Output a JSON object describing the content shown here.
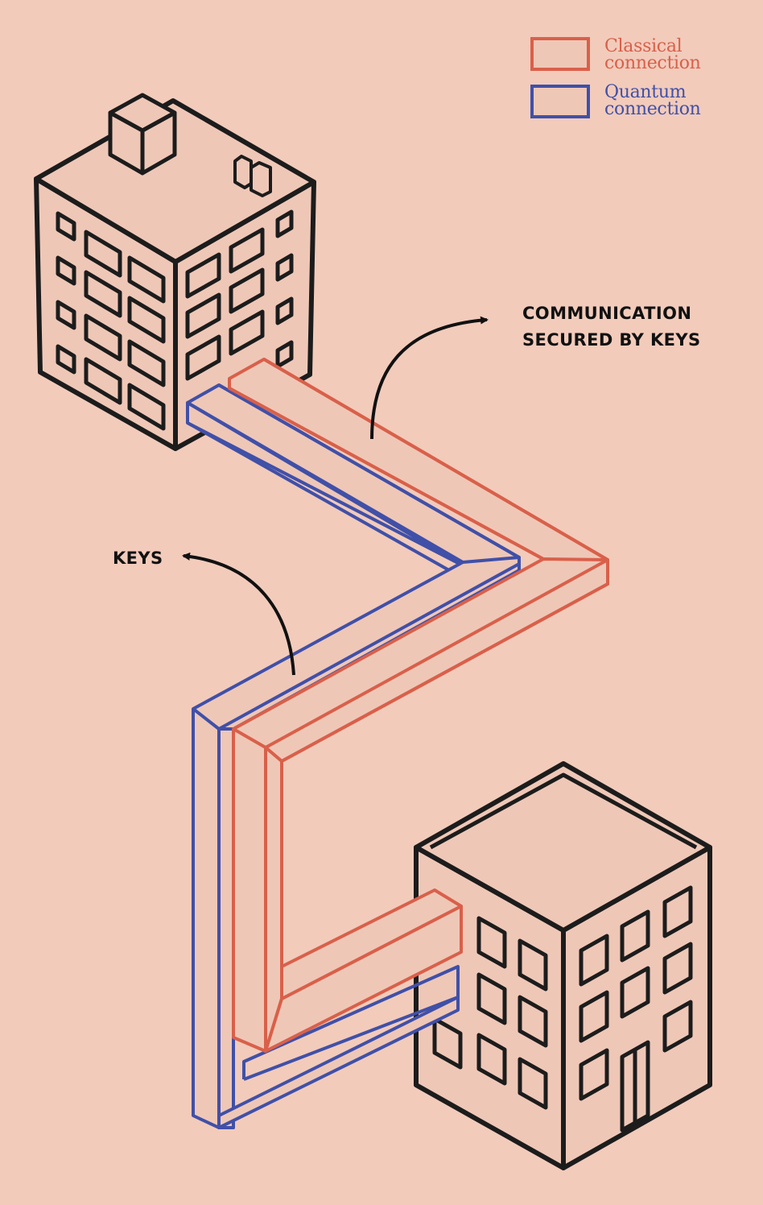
{
  "legend": {
    "classical": {
      "line1": "Classical",
      "line2": "connection",
      "color": "#d9604a"
    },
    "quantum": {
      "line1": "Quantum",
      "line2": "connection",
      "color": "#4050a8"
    }
  },
  "annotations": {
    "communication_line1": "COMMUNICATION",
    "communication_line2": "SECURED BY KEYS",
    "keys": "KEYS"
  },
  "colors": {
    "background": "#f2cbbb",
    "fill": "#efc7b7",
    "outline": "#1c1c1c"
  }
}
